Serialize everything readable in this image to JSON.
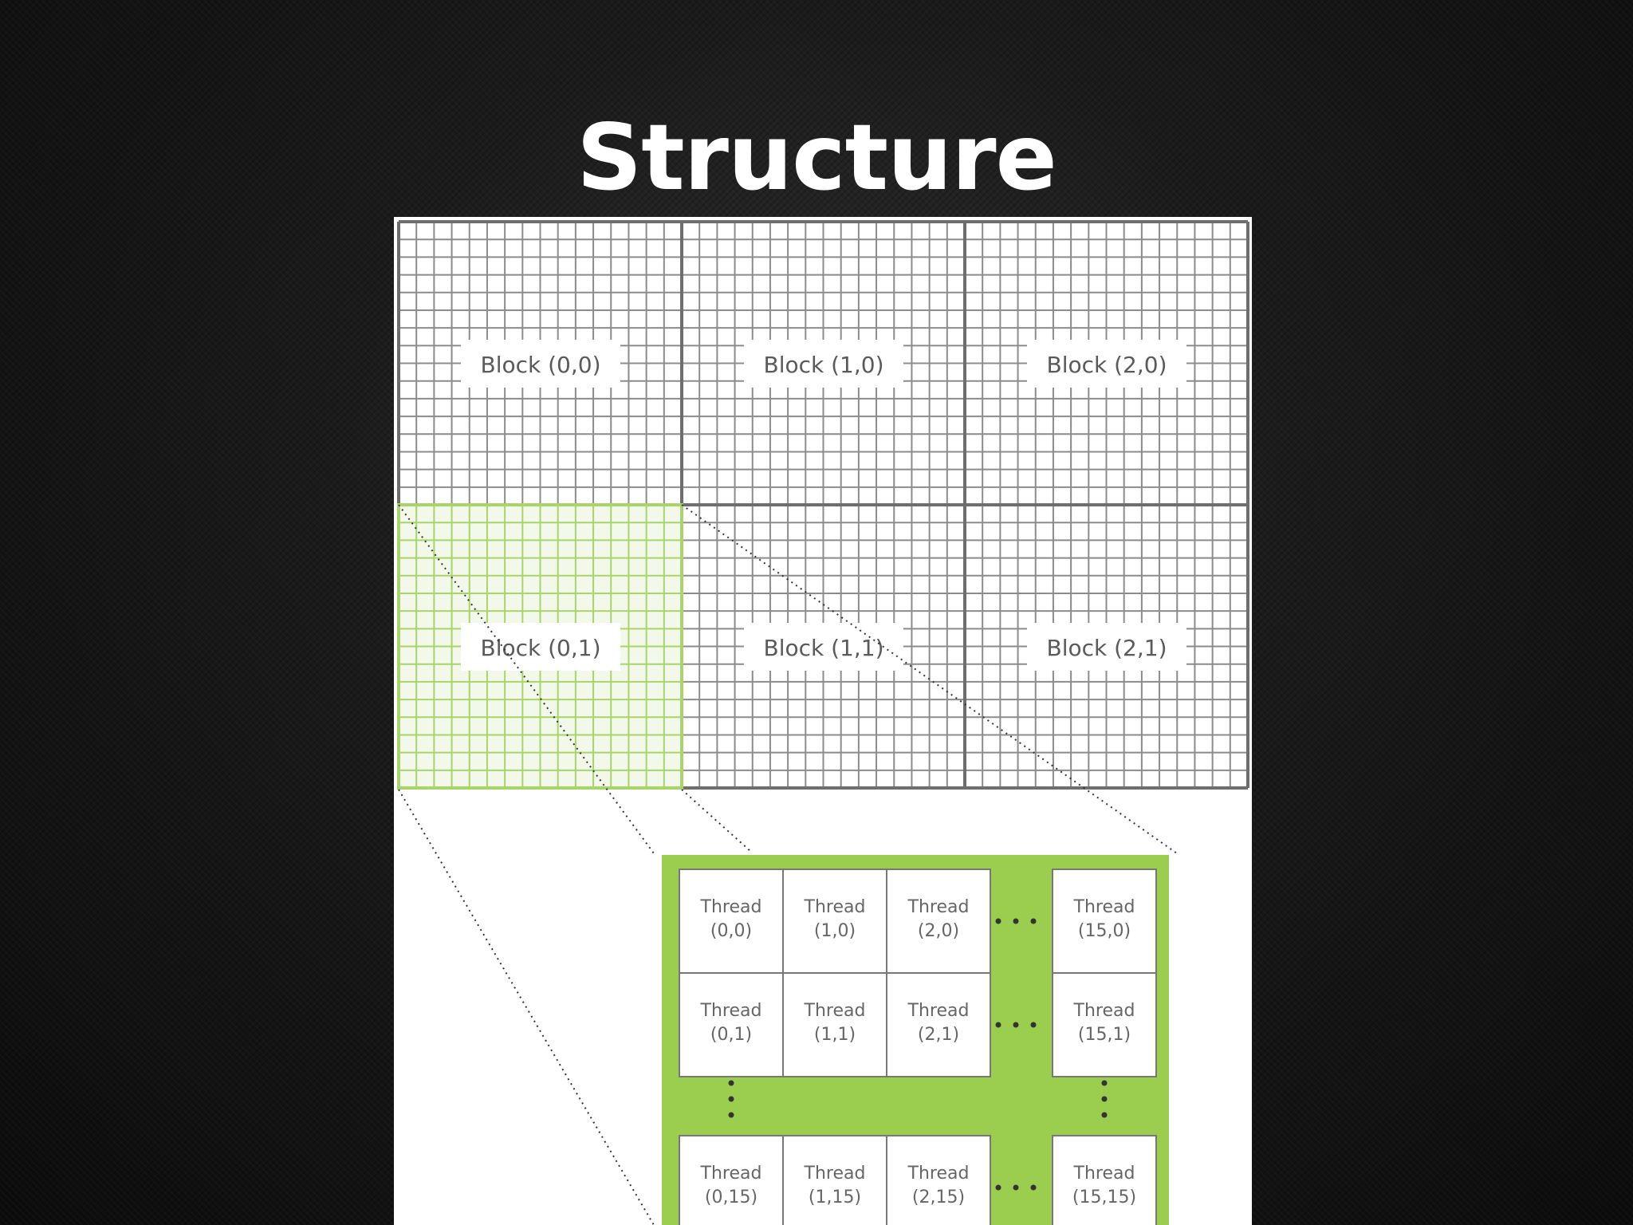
{
  "slide": {
    "title": "Structure"
  },
  "diagram": {
    "blocks": [
      {
        "label": "Block (0,0)",
        "highlighted": false
      },
      {
        "label": "Block (1,0)",
        "highlighted": false
      },
      {
        "label": "Block (2,0)",
        "highlighted": false
      },
      {
        "label": "Block (0,1)",
        "highlighted": true
      },
      {
        "label": "Block (1,1)",
        "highlighted": false
      },
      {
        "label": "Block (2,1)",
        "highlighted": false
      }
    ],
    "threads": [
      [
        {
          "line1": "Thread",
          "line2": "(0,0)"
        },
        {
          "line1": "Thread",
          "line2": "(1,0)"
        },
        {
          "line1": "Thread",
          "line2": "(2,0)"
        },
        {
          "line1": "Thread",
          "line2": "(15,0)"
        }
      ],
      [
        {
          "line1": "Thread",
          "line2": "(0,1)"
        },
        {
          "line1": "Thread",
          "line2": "(1,1)"
        },
        {
          "line1": "Thread",
          "line2": "(2,1)"
        },
        {
          "line1": "Thread",
          "line2": "(15,1)"
        }
      ],
      [
        {
          "line1": "Thread",
          "line2": "(0,15)"
        },
        {
          "line1": "Thread",
          "line2": "(1,15)"
        },
        {
          "line1": "Thread",
          "line2": "(2,15)"
        },
        {
          "line1": "Thread",
          "line2": "(15,15)"
        }
      ]
    ],
    "colors": {
      "grid_gray": "#8c8c8c",
      "grid_border": "#6e6e6e",
      "highlight_green": "#9bcd4e",
      "highlight_grid": "#a8d46a",
      "cell_border": "#777777"
    }
  }
}
